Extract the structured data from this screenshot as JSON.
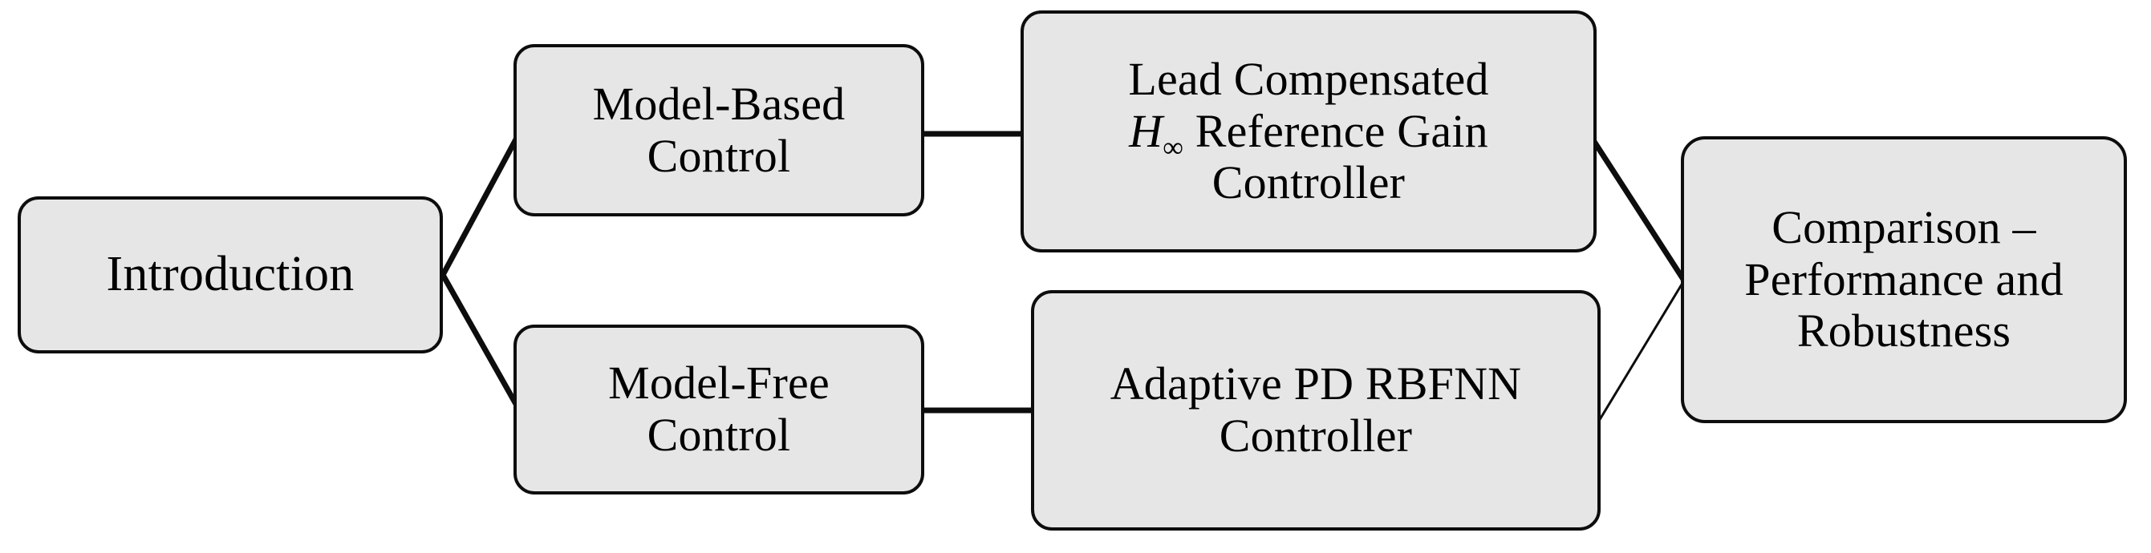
{
  "diagram": {
    "type": "flowchart",
    "title": "",
    "background_color": "#ffffff",
    "node_fill_color": "#e7e6e6",
    "node_border_color": "#0d0d0d",
    "text_color": "#000000",
    "nodes": [
      {
        "id": "introduction",
        "label": "Introduction",
        "column": 1,
        "row": "center"
      },
      {
        "id": "model-based",
        "label": "Model-Based\nControl",
        "line1": "Model-Based",
        "line2": "Control",
        "column": 2,
        "row": "top"
      },
      {
        "id": "model-free",
        "label": "Model-Free\nControl",
        "line1": "Model-Free",
        "line2": "Control",
        "column": 2,
        "row": "bottom"
      },
      {
        "id": "lead-compensated",
        "label": "Lead Compensated H∞ Reference Gain Controller",
        "line1": "Lead Compensated",
        "line2_math_var": "H",
        "line2_math_sub": "∞",
        "line2_rest": " Reference Gain",
        "line3": "Controller",
        "column": 3,
        "row": "top"
      },
      {
        "id": "adaptive-pd",
        "label": "Adaptive PD RBFNN Controller",
        "line1": "Adaptive PD RBFNN",
        "line2": "Controller",
        "column": 3,
        "row": "bottom"
      },
      {
        "id": "comparison",
        "label": "Comparison – Performance and Robustness",
        "line1": "Comparison –",
        "line2": "Performance and",
        "line3": "Robustness",
        "column": 4,
        "row": "center"
      }
    ],
    "edges": [
      {
        "id": "edge-intro-to-model-based",
        "from": "introduction",
        "to": "model-based",
        "style": "diagonal",
        "thickness": "thick"
      },
      {
        "id": "edge-intro-to-model-free",
        "from": "introduction",
        "to": "model-free",
        "style": "diagonal",
        "thickness": "thick"
      },
      {
        "id": "edge-model-based-to-lead",
        "from": "model-based",
        "to": "lead-compensated",
        "style": "straight",
        "thickness": "thick"
      },
      {
        "id": "edge-model-free-to-adaptive",
        "from": "model-free",
        "to": "adaptive-pd",
        "style": "straight",
        "thickness": "thick"
      },
      {
        "id": "edge-lead-to-comparison",
        "from": "lead-compensated",
        "to": "comparison",
        "style": "diagonal",
        "thickness": "thick"
      },
      {
        "id": "edge-adaptive-to-comparison",
        "from": "adaptive-pd",
        "to": "comparison",
        "style": "diagonal",
        "thickness": "thin"
      }
    ]
  }
}
